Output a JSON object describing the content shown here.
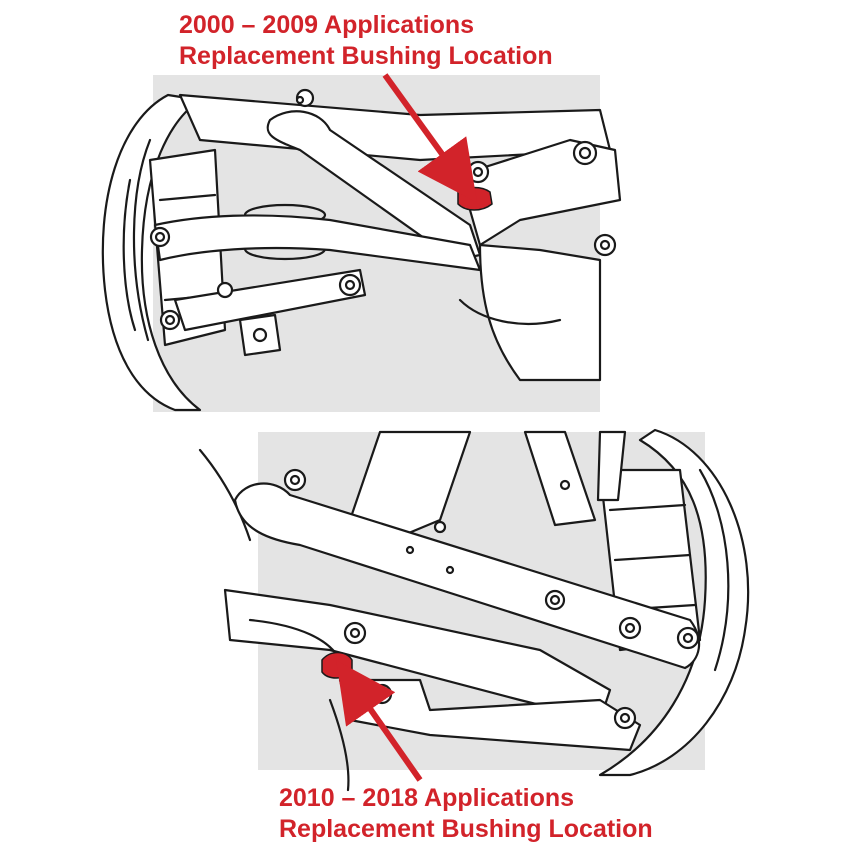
{
  "callouts": {
    "top": {
      "line1": "2000 – 2009 Applications",
      "line2": "Replacement Bushing Location"
    },
    "bottom": {
      "line1": "2010 – 2018 Applications",
      "line2": "Replacement Bushing Location"
    }
  },
  "colors": {
    "accent": "#d2232a",
    "panel": "#e4e4e4",
    "line": "#1a1a1a",
    "part_fill": "#ffffff"
  },
  "icons": {
    "arrow": "red-pointer-arrow",
    "bushing": "red-bushing-highlight"
  }
}
